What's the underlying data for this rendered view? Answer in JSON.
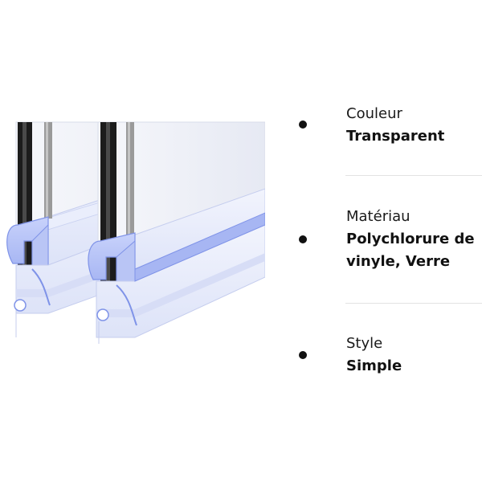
{
  "image": {
    "subject": "shower-door-seal-strip-icon"
  },
  "specs": [
    {
      "label": "Couleur",
      "value": "Transparent"
    },
    {
      "label": "Matériau",
      "value": "Polychlorure de vinyle, Verre"
    },
    {
      "label": "Style",
      "value": "Simple"
    }
  ],
  "colors": {
    "seal_fill": "#b9c5f5",
    "seal_stroke": "#7f93e8",
    "glass_fill": "#eef1fb",
    "frame_dark": "#1c1c1c",
    "divider": "#e3e3e3"
  }
}
